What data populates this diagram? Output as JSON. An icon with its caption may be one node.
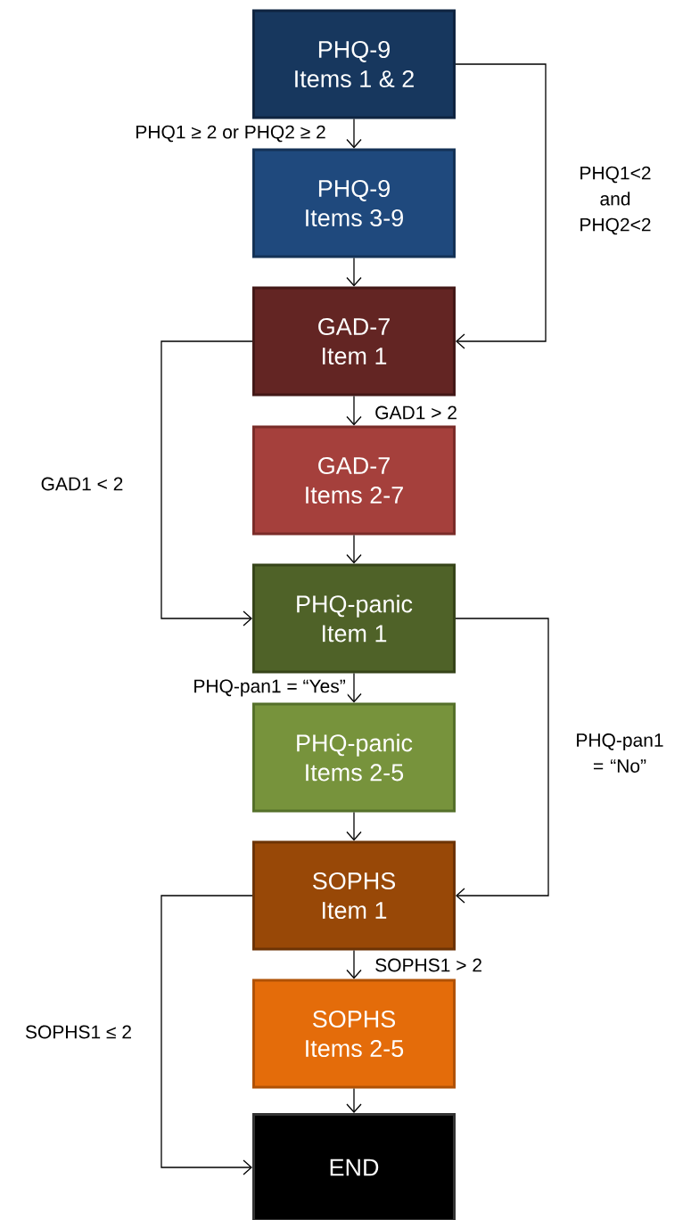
{
  "diagram": {
    "nodes": [
      {
        "text": [
          "PHQ-9",
          "Items 1 & 2"
        ]
      },
      {
        "text": [
          "PHQ-9",
          "Items 3-9"
        ]
      },
      {
        "text": [
          "GAD-7",
          "Item 1"
        ]
      },
      {
        "text": [
          "GAD-7",
          "Items 2-7"
        ]
      },
      {
        "text": [
          "PHQ-panic",
          "Item 1"
        ]
      },
      {
        "text": [
          "PHQ-panic",
          "Items 2-5"
        ]
      },
      {
        "text": [
          "SOPHS",
          "Item 1"
        ]
      },
      {
        "text": [
          "SOPHS",
          "Items 2-5"
        ]
      },
      {
        "text": [
          "END"
        ]
      }
    ],
    "edges": [
      {
        "from": 0,
        "to": 1,
        "arrow": "to",
        "label": "PHQ1 ≥ 2 or PHQ2 ≥ 2"
      },
      {
        "from": 1,
        "to": 2,
        "arrow": "to"
      },
      {
        "from": 0,
        "to": 2,
        "arrow": "to",
        "label": "PHQ1<2 and PHQ2<2"
      },
      {
        "from": 2,
        "to": 3,
        "arrow": "to",
        "label": "GAD1 > 2"
      },
      {
        "from": 3,
        "to": 4,
        "arrow": "to"
      },
      {
        "from": 2,
        "to": 4,
        "arrow": "to",
        "label": "GAD1 < 2"
      },
      {
        "from": 4,
        "to": 5,
        "arrow": "to",
        "label": "PHQ-pan1 = “Yes”"
      },
      {
        "from": 5,
        "to": 6,
        "arrow": "to"
      },
      {
        "from": 4,
        "to": 6,
        "arrow": "to",
        "label": "PHQ-pan1 = “No”"
      },
      {
        "from": 6,
        "to": 7,
        "arrow": "to",
        "label": "SOPHS1 > 2"
      },
      {
        "from": 7,
        "to": 8,
        "arrow": "to"
      },
      {
        "from": 6,
        "to": 8,
        "arrow": "to",
        "label": "SOPHS1 ≤ 2"
      }
    ]
  }
}
